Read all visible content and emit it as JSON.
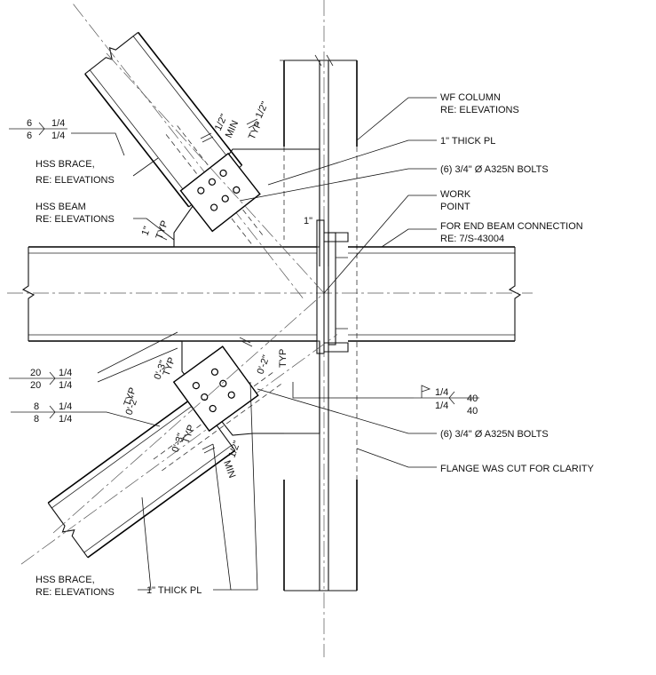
{
  "labels": {
    "wf_column_1": "WF COLUMN",
    "wf_column_2": "RE: ELEVATIONS",
    "thick_pl_top": "1\" THICK PL",
    "bolts_top": "(6) 3/4\" Ø A325N BOLTS",
    "work_point_1": "WORK",
    "work_point_2": "POINT",
    "end_beam_1": "FOR END BEAM CONNECTION",
    "end_beam_2": "RE: 7/S-43004",
    "hss_brace_top_1": "HSS BRACE,",
    "hss_brace_top_2": "RE: ELEVATIONS",
    "hss_beam_1": "HSS BEAM",
    "hss_beam_2": "RE: ELEVATIONS",
    "bolts_bottom": "(6) 3/4\" Ø A325N BOLTS",
    "flange_cut": "FLANGE WAS CUT FOR CLARITY",
    "hss_brace_bot_1": "HSS BRACE,",
    "hss_brace_bot_2": "RE: ELEVATIONS",
    "thick_pl_bottom": "1\" THICK PL"
  },
  "welds": {
    "w1_size_top": "6",
    "w1_len_top": "1/4",
    "w1_size_bot": "6",
    "w1_len_bot": "1/4",
    "w2_size_top": "20",
    "w2_len_top": "1/4",
    "w2_size_bot": "20",
    "w2_len_bot": "1/4",
    "w3_size_top": "8",
    "w3_len_top": "1/4",
    "w3_size_bot": "8",
    "w3_len_bot": "1/4",
    "w4_len_top": "1/4",
    "w4_size_top": "40",
    "w4_len_bot": "1/4",
    "w4_size_bot": "40"
  },
  "dims": {
    "half_in": "1/2\"",
    "min": "MIN",
    "typ": "TYP",
    "one_in": "1\"",
    "zero_three": "0'-3\"",
    "zero_two": "0'-2\""
  }
}
